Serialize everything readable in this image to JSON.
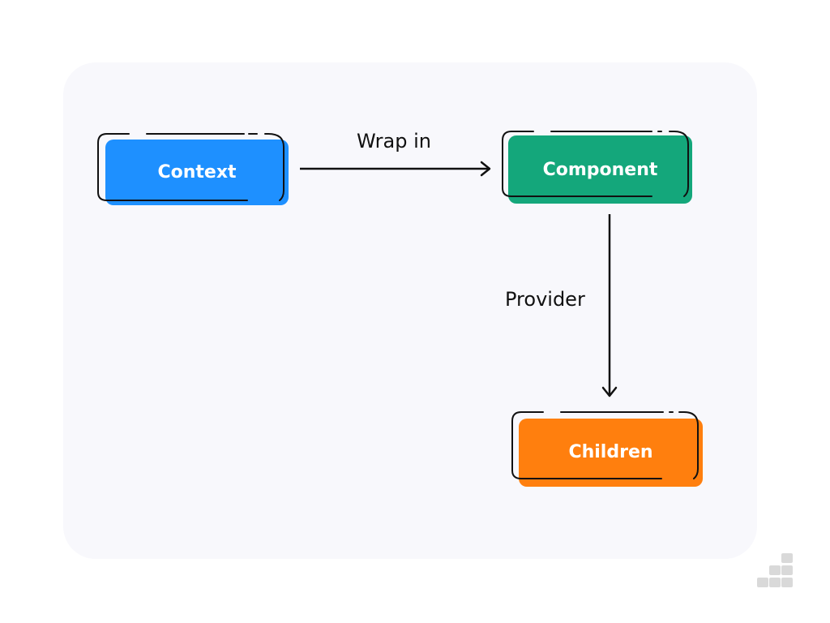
{
  "diagram": {
    "nodes": [
      {
        "id": "context",
        "label": "Context",
        "color": "#1e90ff"
      },
      {
        "id": "component",
        "label": "Component",
        "color": "#14a77b"
      },
      {
        "id": "children",
        "label": "Children",
        "color": "#ff7f0e"
      }
    ],
    "edges": [
      {
        "from": "context",
        "to": "component",
        "label": "Wrap in"
      },
      {
        "from": "component",
        "to": "children",
        "label": "Provider"
      }
    ],
    "colors": {
      "panel": "#f8f8fc",
      "stroke": "#111111",
      "logo": "#d9d9d9"
    }
  }
}
